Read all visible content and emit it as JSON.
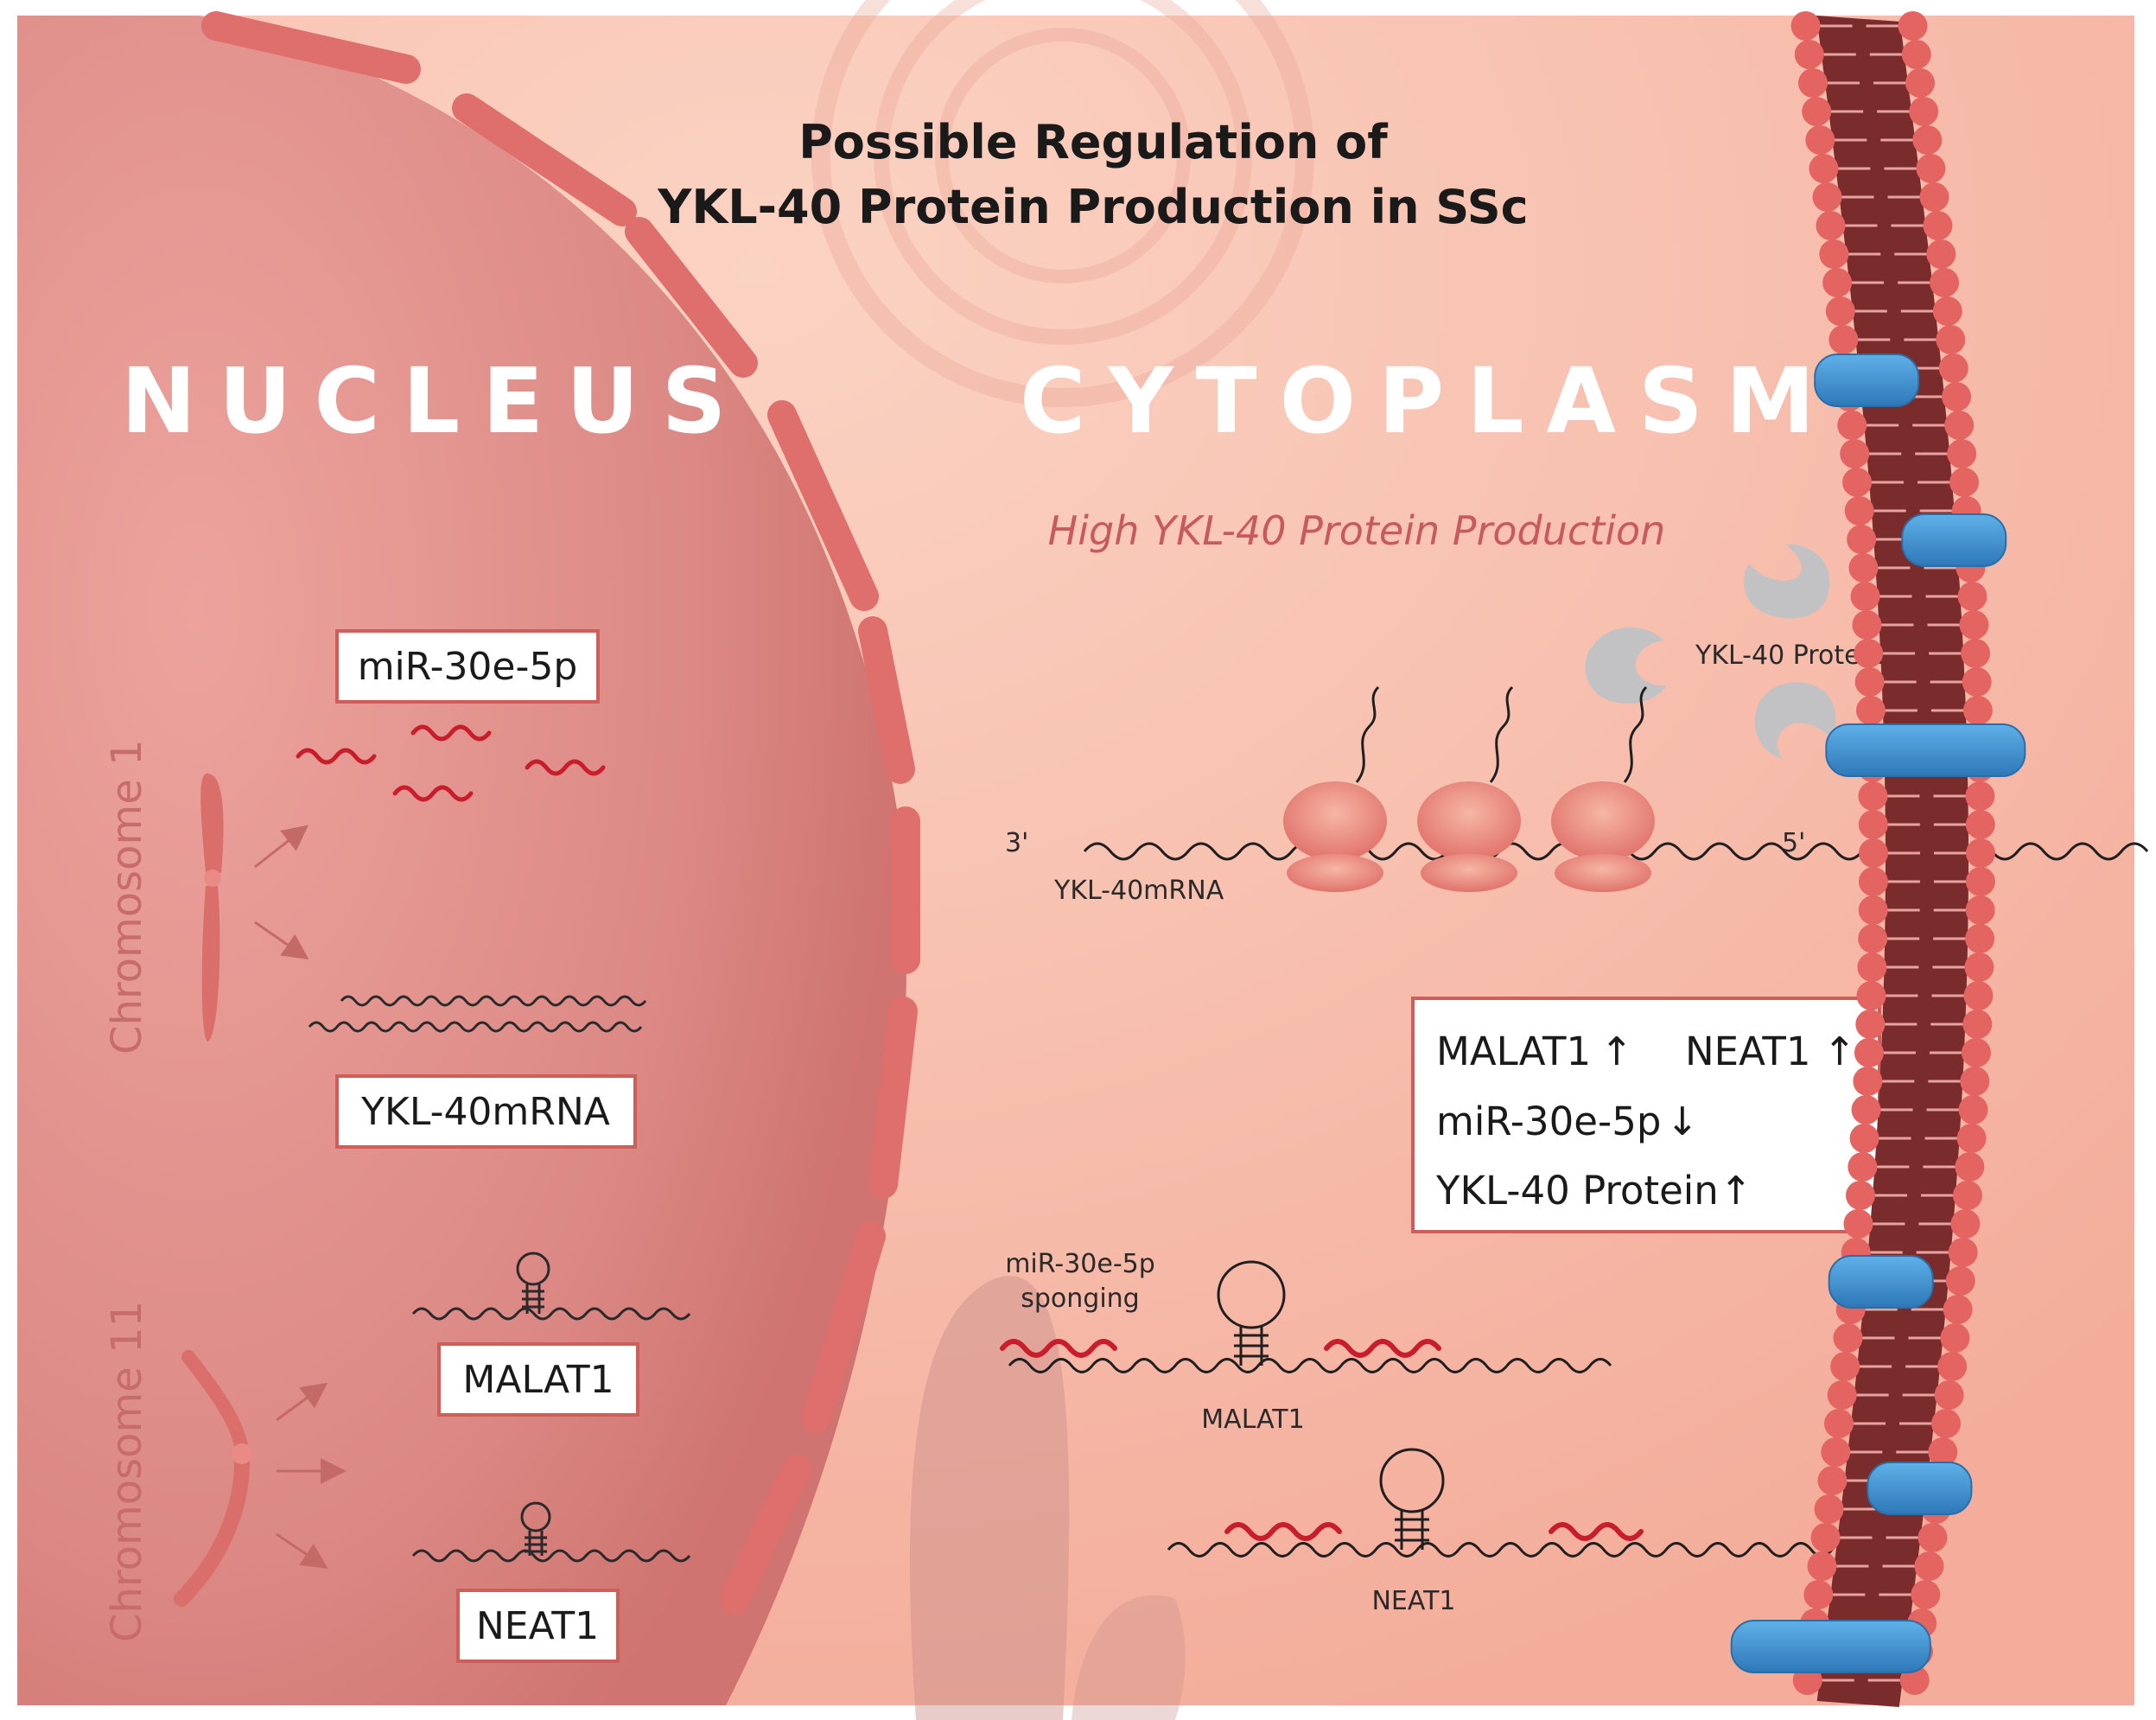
{
  "title": {
    "line1": "Possible Regulation of",
    "line2": "YKL-40 Protein Production in SSc"
  },
  "regions": {
    "nucleus": "NUCLEUS",
    "cytoplasm": "CYTOPLASM"
  },
  "nucleus": {
    "chromosome1_label": "Chromosome 1",
    "chromosome11_label": "Chromosome 11",
    "boxes": {
      "mir": "miR-30e-5p",
      "ykl_mrna": "YKL-40mRNA",
      "malat1": "MALAT1",
      "neat1": "NEAT1"
    }
  },
  "cytoplasm": {
    "subtitle": "High YKL-40 Protein Production",
    "protein_label": "YKL-40 Protein",
    "mrna_label": "YKL-40mRNA",
    "end3": "3'",
    "end5": "5'",
    "sponging_line1": "miR-30e-5p",
    "sponging_line2": "sponging",
    "malat1_label": "MALAT1",
    "neat1_label": "NEAT1"
  },
  "legend": {
    "malat1": "MALAT1",
    "neat1": "NEAT1",
    "mir": "miR-30e-5p",
    "protein": "YKL-40 Protein",
    "up_arrow": "↑",
    "down_arrow": "↓"
  },
  "colors": {
    "background": "#f6b9a6",
    "nucleus_fill": "#dc8783",
    "envelope": "#df6f6c",
    "mirna": "#c81e2b",
    "membrane_head": "#e46461",
    "membrane_core": "#7a2c2c",
    "channel": "#3d8fd0",
    "protein": "#c2c2c4"
  }
}
